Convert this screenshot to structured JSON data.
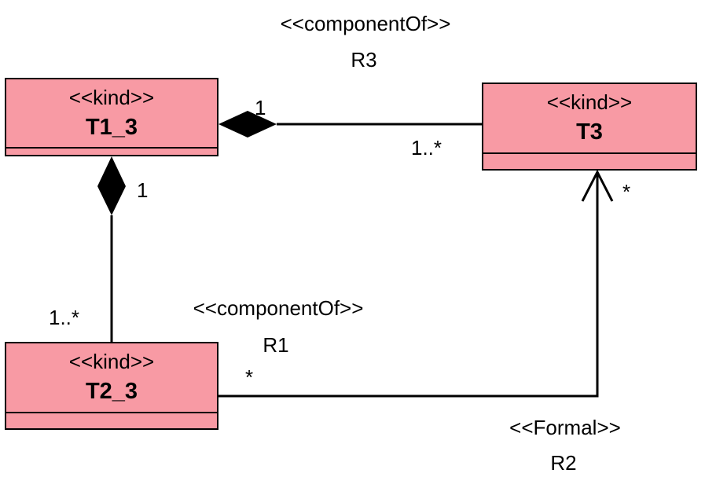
{
  "colors": {
    "class_fill": "#f89aa4",
    "line": "#000000"
  },
  "classes": {
    "t1": {
      "stereotype": "<<kind>>",
      "name": "T1_3"
    },
    "t2": {
      "stereotype": "<<kind>>",
      "name": "T2_3"
    },
    "t3": {
      "stereotype": "<<kind>>",
      "name": "T3"
    }
  },
  "relations": {
    "r3": {
      "stereotype": "<<componentOf>>",
      "name": "R3",
      "whole_multiplicity": "1",
      "part_multiplicity": "1..*"
    },
    "r1": {
      "stereotype": "<<componentOf>>",
      "name": "R1",
      "whole_multiplicity": "1",
      "part_multiplicity": "1..*"
    },
    "r2": {
      "stereotype": "<<Formal>>",
      "name": "R2",
      "source_multiplicity": "*",
      "target_multiplicity": "*"
    }
  }
}
